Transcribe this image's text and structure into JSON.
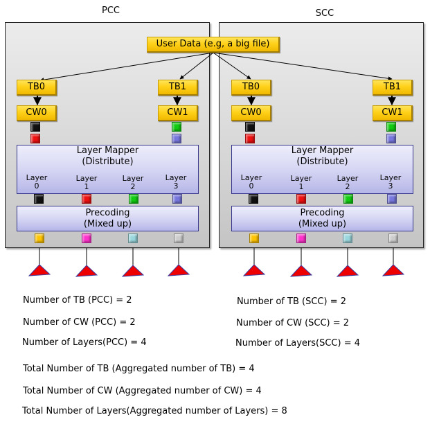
{
  "title_pcc": "PCC",
  "title_scc": "SCC",
  "user_data": "User Data (e.g, a big file)",
  "pcc": {
    "tb0": "TB0",
    "tb1": "TB1",
    "cw0": "CW0",
    "cw1": "CW1",
    "mapper_line1": "Layer Mapper",
    "mapper_line2": "(Distribute)",
    "layers": [
      {
        "word": "Layer",
        "num": "0"
      },
      {
        "word": "Layer",
        "num": "1"
      },
      {
        "word": "Layer",
        "num": "2"
      },
      {
        "word": "Layer",
        "num": "3"
      }
    ],
    "precoding_line1": "Precoding",
    "precoding_line2": "(Mixed up)"
  },
  "scc": {
    "tb0": "TB0",
    "tb1": "TB1",
    "cw0": "CW0",
    "cw1": "CW1",
    "mapper_line1": "Layer Mapper",
    "mapper_line2": "(Distribute)",
    "layers": [
      {
        "word": "Layer",
        "num": "0"
      },
      {
        "word": "Layer",
        "num": "1"
      },
      {
        "word": "Layer",
        "num": "2"
      },
      {
        "word": "Layer",
        "num": "3"
      }
    ],
    "precoding_line1": "Precoding",
    "precoding_line2": "(Mixed up)"
  },
  "colors": {
    "layer_symbols": [
      "#111111",
      "#ee1111",
      "#11cc11",
      "#7777dd"
    ],
    "antenna_symbols": [
      "#ffc400",
      "#ff33cc",
      "#99d6dd",
      "#cccccc"
    ],
    "antenna": "#ee0000"
  },
  "stats": {
    "pcc_tb": "Number of TB (PCC)  = 2",
    "pcc_cw": "Number of CW (PCC)  = 2",
    "pcc_layers": "Number of Layers(PCC)  = 4",
    "scc_tb": "Number of TB (SCC)  = 2",
    "scc_cw": "Number of CW (SCC)  = 2",
    "scc_layers": "Number of Layers(SCC)  = 4",
    "total_tb": "Total Number of TB (Aggregated number of TB)  = 4",
    "total_cw": "Total Number of CW (Aggregated number of CW)  = 4",
    "total_layers": "Total Number of Layers(Aggregated number of Layers)  = 8"
  }
}
